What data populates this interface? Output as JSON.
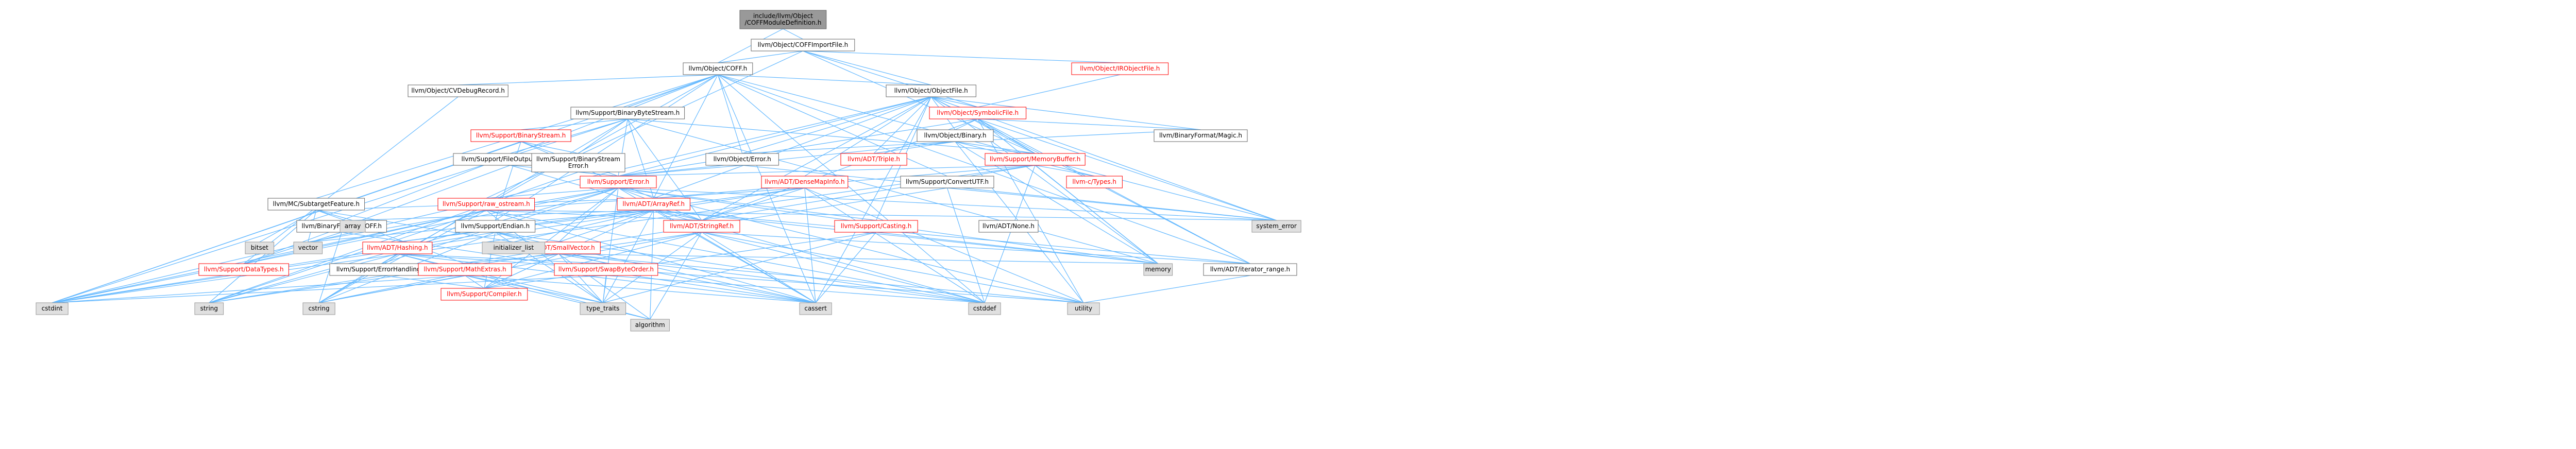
{
  "colors": {
    "root_fill": "#999999",
    "node_fill": "#ffffff",
    "node_border": "#666666",
    "red_border": "#ff0000",
    "red_text": "#ff0000",
    "gray_fill": "#e0e0e0",
    "gray_border": "#999999",
    "edge": "#63b8ff"
  },
  "nodes": [
    {
      "id": "root",
      "label": "include/llvm/Object\n/COFFModuleDefinition.h",
      "style": "root"
    },
    {
      "id": "importfile",
      "label": "llvm/Object/COFFImportFile.h",
      "style": "normal"
    },
    {
      "id": "coff",
      "label": "llvm/Object/COFF.h",
      "style": "normal"
    },
    {
      "id": "irobject",
      "label": "llvm/Object/IRObjectFile.h",
      "style": "red"
    },
    {
      "id": "cvdebug",
      "label": "llvm/Object/CVDebugRecord.h",
      "style": "normal"
    },
    {
      "id": "objectfile",
      "label": "llvm/Object/ObjectFile.h",
      "style": "normal"
    },
    {
      "id": "symbolicfile",
      "label": "llvm/Object/SymbolicFile.h",
      "style": "red"
    },
    {
      "id": "binarybytestream",
      "label": "llvm/Support/BinaryByteStream.h",
      "style": "normal"
    },
    {
      "id": "binarystream",
      "label": "llvm/Support/BinaryStream.h",
      "style": "red"
    },
    {
      "id": "binary",
      "label": "llvm/Object/Binary.h",
      "style": "normal"
    },
    {
      "id": "bfmagic",
      "label": "llvm/BinaryFormat/Magic.h",
      "style": "normal"
    },
    {
      "id": "fileoutputbuffer",
      "label": "llvm/Support/FileOutputBuffer.h",
      "style": "normal"
    },
    {
      "id": "bserror",
      "label": "llvm/Support/BinaryStream\nError.h",
      "style": "normal"
    },
    {
      "id": "objerror",
      "label": "llvm/Object/Error.h",
      "style": "normal"
    },
    {
      "id": "triple",
      "label": "llvm/ADT/Triple.h",
      "style": "red"
    },
    {
      "id": "memorybuffer",
      "label": "llvm/Support/MemoryBuffer.h",
      "style": "red"
    },
    {
      "id": "densemapinfo",
      "label": "llvm/ADT/DenseMapInfo.h",
      "style": "red"
    },
    {
      "id": "convertutf",
      "label": "llvm/Support/ConvertUTF.h",
      "style": "normal"
    },
    {
      "id": "ctypes",
      "label": "llvm-c/Types.h",
      "style": "red"
    },
    {
      "id": "error",
      "label": "llvm/Support/Error.h",
      "style": "red"
    },
    {
      "id": "mcsubtarget",
      "label": "llvm/MC/SubtargetFeature.h",
      "style": "normal"
    },
    {
      "id": "rawostream",
      "label": "llvm/Support/raw_ostream.h",
      "style": "red"
    },
    {
      "id": "arrayref",
      "label": "llvm/ADT/ArrayRef.h",
      "style": "red"
    },
    {
      "id": "bfcoff",
      "label": "llvm/BinaryFormat/COFF.h",
      "style": "normal"
    },
    {
      "id": "endian",
      "label": "llvm/Support/Endian.h",
      "style": "normal"
    },
    {
      "id": "hashing",
      "label": "llvm/ADT/Hashing.h",
      "style": "red"
    },
    {
      "id": "smallvector",
      "label": "llvm/ADT/SmallVector.h",
      "style": "red"
    },
    {
      "id": "stringref",
      "label": "llvm/ADT/StringRef.h",
      "style": "red"
    },
    {
      "id": "casting",
      "label": "llvm/Support/Casting.h",
      "style": "red"
    },
    {
      "id": "adtnone",
      "label": "llvm/ADT/None.h",
      "style": "normal"
    },
    {
      "id": "datatypes",
      "label": "llvm/Support/DataTypes.h",
      "style": "red"
    },
    {
      "id": "errorhandling",
      "label": "llvm/Support/ErrorHandling.h",
      "style": "normal"
    },
    {
      "id": "mathextras",
      "label": "llvm/Support/MathExtras.h",
      "style": "red"
    },
    {
      "id": "swapbyteorder",
      "label": "llvm/Support/SwapByteOrder.h",
      "style": "red"
    },
    {
      "id": "iteratorrange",
      "label": "llvm/ADT/iterator_range.h",
      "style": "normal"
    },
    {
      "id": "compiler",
      "label": "llvm/Support/Compiler.h",
      "style": "red"
    },
    {
      "id": "bitset",
      "label": "bitset",
      "style": "gray"
    },
    {
      "id": "vector",
      "label": "vector",
      "style": "gray"
    },
    {
      "id": "array",
      "label": "array",
      "style": "gray"
    },
    {
      "id": "initlist",
      "label": "initializer_list",
      "style": "gray"
    },
    {
      "id": "cstdint",
      "label": "cstdint",
      "style": "gray"
    },
    {
      "id": "string",
      "label": "string",
      "style": "gray"
    },
    {
      "id": "cstring",
      "label": "cstring",
      "style": "gray"
    },
    {
      "id": "typetraits",
      "label": "type_traits",
      "style": "gray"
    },
    {
      "id": "algorithm",
      "label": "algorithm",
      "style": "gray"
    },
    {
      "id": "cassert",
      "label": "cassert",
      "style": "gray"
    },
    {
      "id": "cstddef",
      "label": "cstddef",
      "style": "gray"
    },
    {
      "id": "utility",
      "label": "utility",
      "style": "gray"
    },
    {
      "id": "memory",
      "label": "memory",
      "style": "gray"
    },
    {
      "id": "systemerror",
      "label": "system_error",
      "style": "gray"
    }
  ],
  "edges": [
    [
      "root",
      "importfile"
    ],
    [
      "root",
      "coff"
    ],
    [
      "importfile",
      "coff"
    ],
    [
      "importfile",
      "irobject"
    ],
    [
      "importfile",
      "objectfile"
    ],
    [
      "importfile",
      "symbolicfile"
    ],
    [
      "importfile",
      "memorybuffer"
    ],
    [
      "importfile",
      "rawostream"
    ],
    [
      "irobject",
      "symbolicfile"
    ],
    [
      "coff",
      "cvdebug"
    ],
    [
      "coff",
      "objectfile"
    ],
    [
      "coff",
      "binarybytestream"
    ],
    [
      "coff",
      "objerror"
    ],
    [
      "coff",
      "arrayref"
    ],
    [
      "coff",
      "bfcoff"
    ],
    [
      "coff",
      "convertutf"
    ],
    [
      "coff",
      "endian"
    ],
    [
      "coff",
      "errorhandling"
    ],
    [
      "coff",
      "iteratorrange"
    ],
    [
      "coff",
      "cassert"
    ],
    [
      "coff",
      "cstddef"
    ],
    [
      "coff",
      "cstdint"
    ],
    [
      "coff",
      "systemerror"
    ],
    [
      "coff",
      "mcsubtarget"
    ],
    [
      "cvdebug",
      "datatypes"
    ],
    [
      "objectfile",
      "symbolicfile"
    ],
    [
      "objectfile",
      "binary"
    ],
    [
      "objectfile",
      "objerror"
    ],
    [
      "objectfile",
      "memorybuffer"
    ],
    [
      "objectfile",
      "densemapinfo"
    ],
    [
      "objectfile",
      "bfmagic"
    ],
    [
      "objectfile",
      "triple"
    ],
    [
      "objectfile",
      "arrayref"
    ],
    [
      "objectfile",
      "stringref"
    ],
    [
      "objectfile",
      "iteratorrange"
    ],
    [
      "objectfile",
      "casting"
    ],
    [
      "objectfile",
      "error"
    ],
    [
      "objectfile",
      "cassert"
    ],
    [
      "objectfile",
      "cstdint"
    ],
    [
      "objectfile",
      "memory"
    ],
    [
      "objectfile",
      "systemerror"
    ],
    [
      "symbolicfile",
      "binary"
    ],
    [
      "symbolicfile",
      "bfmagic"
    ],
    [
      "symbolicfile",
      "error"
    ],
    [
      "symbolicfile",
      "memorybuffer"
    ],
    [
      "symbolicfile",
      "stringref"
    ],
    [
      "symbolicfile",
      "iteratorrange"
    ],
    [
      "symbolicfile",
      "cinttypes"
    ],
    [
      "symbolicfile",
      "memory"
    ],
    [
      "symbolicfile",
      "systemerror"
    ],
    [
      "symbolicfile",
      "utility"
    ],
    [
      "binarybytestream",
      "binarystream"
    ],
    [
      "binarybytestream",
      "bserror"
    ],
    [
      "binarybytestream",
      "fileoutputbuffer"
    ],
    [
      "binarybytestream",
      "arrayref"
    ],
    [
      "binarybytestream",
      "stringref"
    ],
    [
      "binarybytestream",
      "error"
    ],
    [
      "binarybytestream",
      "memorybuffer"
    ],
    [
      "binarybytestream",
      "cstdint"
    ],
    [
      "binarybytestream",
      "cstring"
    ],
    [
      "binarybytestream",
      "memory"
    ],
    [
      "binarystream",
      "bserror"
    ],
    [
      "binarystream",
      "arrayref"
    ],
    [
      "binarystream",
      "error"
    ],
    [
      "binarystream",
      "endian"
    ],
    [
      "binarystream",
      "cstdint"
    ],
    [
      "binary",
      "bfmagic"
    ],
    [
      "binary",
      "memorybuffer"
    ],
    [
      "binary",
      "triple"
    ],
    [
      "binary",
      "objerror"
    ],
    [
      "binary",
      "error"
    ],
    [
      "binary",
      "memory"
    ],
    [
      "binary",
      "utility"
    ],
    [
      "binary",
      "ctypes"
    ],
    [
      "fileoutputbuffer",
      "error"
    ],
    [
      "fileoutputbuffer",
      "stringref"
    ],
    [
      "fileoutputbuffer",
      "datatypes"
    ],
    [
      "bserror",
      "error"
    ],
    [
      "bserror",
      "string"
    ],
    [
      "objerror",
      "error"
    ],
    [
      "objerror",
      "systemerror"
    ],
    [
      "memorybuffer",
      "ctypes"
    ],
    [
      "memorybuffer",
      "arrayref"
    ],
    [
      "memorybuffer",
      "stringref"
    ],
    [
      "memorybuffer",
      "error"
    ],
    [
      "memorybuffer",
      "cstddef"
    ],
    [
      "memorybuffer",
      "cstdint"
    ],
    [
      "memorybuffer",
      "memory"
    ],
    [
      "densemapinfo",
      "arrayref"
    ],
    [
      "densemapinfo",
      "hashing"
    ],
    [
      "densemapinfo",
      "stringref"
    ],
    [
      "densemapinfo",
      "cassert"
    ],
    [
      "densemapinfo",
      "cstddef"
    ],
    [
      "densemapinfo",
      "cstdint"
    ],
    [
      "densemapinfo",
      "utility"
    ],
    [
      "convertutf",
      "string"
    ],
    [
      "convertutf",
      "systemerror"
    ],
    [
      "convertutf",
      "cstddef"
    ],
    [
      "error",
      "rawostream"
    ],
    [
      "error",
      "casting"
    ],
    [
      "error",
      "errorhandling"
    ],
    [
      "error",
      "smallvector"
    ],
    [
      "error",
      "stringref"
    ],
    [
      "error",
      "compiler"
    ],
    [
      "error",
      "cassert"
    ],
    [
      "error",
      "cstdint"
    ],
    [
      "error",
      "memory"
    ],
    [
      "error",
      "string"
    ],
    [
      "error",
      "systemerror"
    ],
    [
      "error",
      "typetraits"
    ],
    [
      "error",
      "utility"
    ],
    [
      "error",
      "vector"
    ],
    [
      "mcsubtarget",
      "arrayref"
    ],
    [
      "mcsubtarget",
      "mathextras"
    ],
    [
      "mcsubtarget",
      "array"
    ],
    [
      "mcsubtarget",
      "bitset"
    ],
    [
      "mcsubtarget",
      "initlist"
    ],
    [
      "mcsubtarget",
      "string"
    ],
    [
      "mcsubtarget",
      "vector"
    ],
    [
      "rawostream",
      "arrayref"
    ],
    [
      "rawostream",
      "stringref"
    ],
    [
      "rawostream",
      "datatypes"
    ],
    [
      "rawostream",
      "cassert"
    ],
    [
      "rawostream",
      "cstddef"
    ],
    [
      "rawostream",
      "cstdint"
    ],
    [
      "rawostream",
      "cstring"
    ],
    [
      "rawostream",
      "string"
    ],
    [
      "rawostream",
      "systemerror"
    ],
    [
      "rawostream",
      "typetraits"
    ],
    [
      "arrayref",
      "hashing"
    ],
    [
      "arrayref",
      "none"
    ],
    [
      "arrayref",
      "smallvector"
    ],
    [
      "arrayref",
      "stringref"
    ],
    [
      "arrayref",
      "compiler"
    ],
    [
      "arrayref",
      "algorithm"
    ],
    [
      "arrayref",
      "array"
    ],
    [
      "arrayref",
      "cassert"
    ],
    [
      "arrayref",
      "cstddef"
    ],
    [
      "arrayref",
      "initlist"
    ],
    [
      "arrayref",
      "iteratorrange"
    ],
    [
      "arrayref",
      "memory"
    ],
    [
      "arrayref",
      "typetraits"
    ],
    [
      "arrayref",
      "vector"
    ],
    [
      "bfcoff",
      "datatypes"
    ],
    [
      "bfcoff",
      "cassert"
    ],
    [
      "bfcoff",
      "cstring"
    ],
    [
      "endian",
      "compiler"
    ],
    [
      "endian",
      "swapbyteorder"
    ],
    [
      "endian",
      "cassert"
    ],
    [
      "endian",
      "cstddef"
    ],
    [
      "endian",
      "cstdint"
    ],
    [
      "endian",
      "cstring"
    ],
    [
      "endian",
      "typetraits"
    ],
    [
      "hashing",
      "errorhandling"
    ],
    [
      "hashing",
      "swapbyteorder"
    ],
    [
      "hashing",
      "algorithm"
    ],
    [
      "hashing",
      "cassert"
    ],
    [
      "hashing",
      "cstring"
    ],
    [
      "hashing",
      "string"
    ],
    [
      "hashing",
      "typetraits"
    ],
    [
      "hashing",
      "utility"
    ],
    [
      "smallvector",
      "compiler"
    ],
    [
      "smallvector",
      "algorithm"
    ],
    [
      "smallvector",
      "cassert"
    ],
    [
      "smallvector",
      "cstddef"
    ],
    [
      "smallvector",
      "cstring"
    ],
    [
      "smallvector",
      "initlist"
    ],
    [
      "smallvector",
      "iterator"
    ],
    [
      "smallvector",
      "memory"
    ],
    [
      "smallvector",
      "typetraits"
    ],
    [
      "smallvector",
      "utility"
    ],
    [
      "smallvector",
      "mathextras"
    ],
    [
      "stringref",
      "compiler"
    ],
    [
      "stringref",
      "iteratorrange"
    ],
    [
      "stringref",
      "algorithm"
    ],
    [
      "stringref",
      "cassert"
    ],
    [
      "stringref",
      "cstddef"
    ],
    [
      "stringref",
      "cstring"
    ],
    [
      "stringref",
      "string"
    ],
    [
      "stringref",
      "typetraits"
    ],
    [
      "stringref",
      "utility"
    ],
    [
      "casting",
      "compiler"
    ],
    [
      "casting",
      "cassert"
    ],
    [
      "casting",
      "memory"
    ],
    [
      "casting",
      "typetraits"
    ],
    [
      "errorhandling",
      "compiler"
    ],
    [
      "mathextras",
      "compiler"
    ],
    [
      "mathextras",
      "cassert"
    ],
    [
      "mathextras",
      "cstdint"
    ],
    [
      "mathextras",
      "typetraits"
    ],
    [
      "mathextras",
      "algorithm"
    ],
    [
      "mathextras",
      "cstring"
    ],
    [
      "swapbyteorder",
      "cstddef"
    ],
    [
      "swapbyteorder",
      "cstdint"
    ],
    [
      "swapbyteorder",
      "typetraits"
    ],
    [
      "iteratorrange",
      "utility"
    ]
  ]
}
